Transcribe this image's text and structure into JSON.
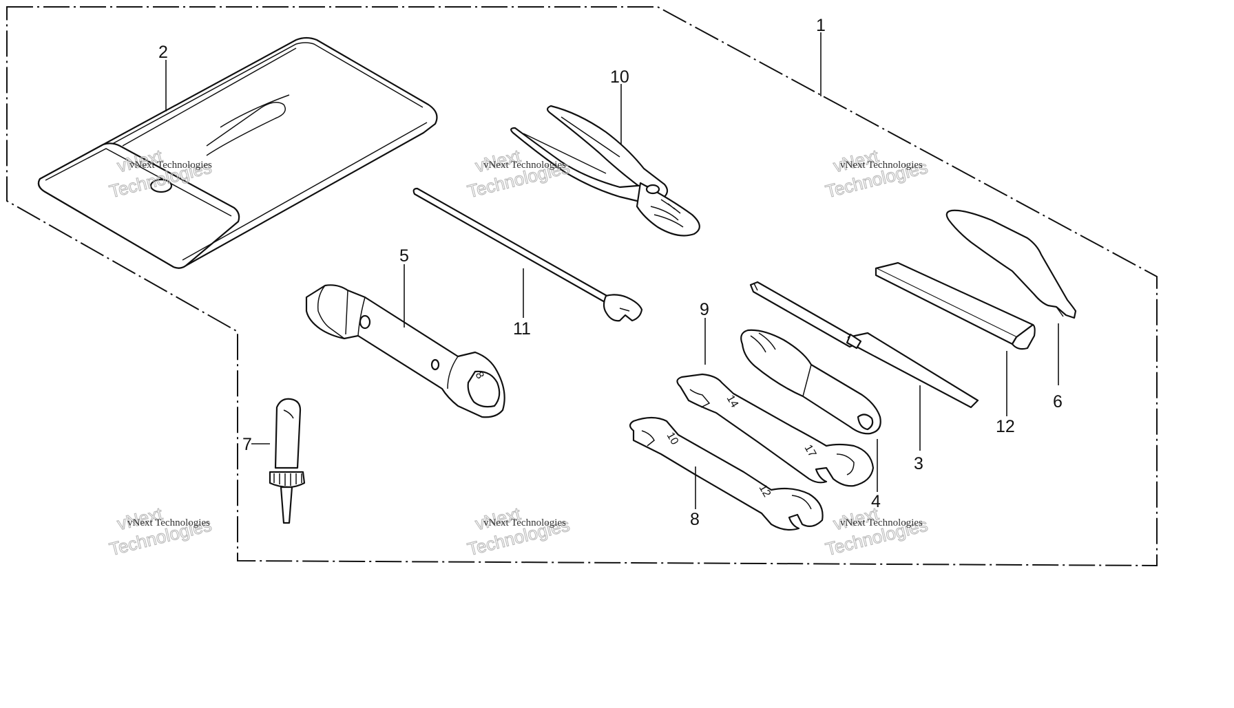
{
  "callouts": {
    "c1": "1",
    "c2": "2",
    "c3": "3",
    "c4": "4",
    "c5": "5",
    "c6": "6",
    "c7": "7",
    "c8": "8",
    "c9": "9",
    "c10": "10",
    "c11": "11",
    "c12": "12"
  },
  "wrench_marks": {
    "w9_top": "14",
    "w9_bottom": "17",
    "w8_top": "10",
    "w8_bottom": "12",
    "box_wrench": "8"
  },
  "watermark": {
    "company": "vNext Technologies",
    "brand_line1": "vNext",
    "brand_line2": "Technologies"
  }
}
